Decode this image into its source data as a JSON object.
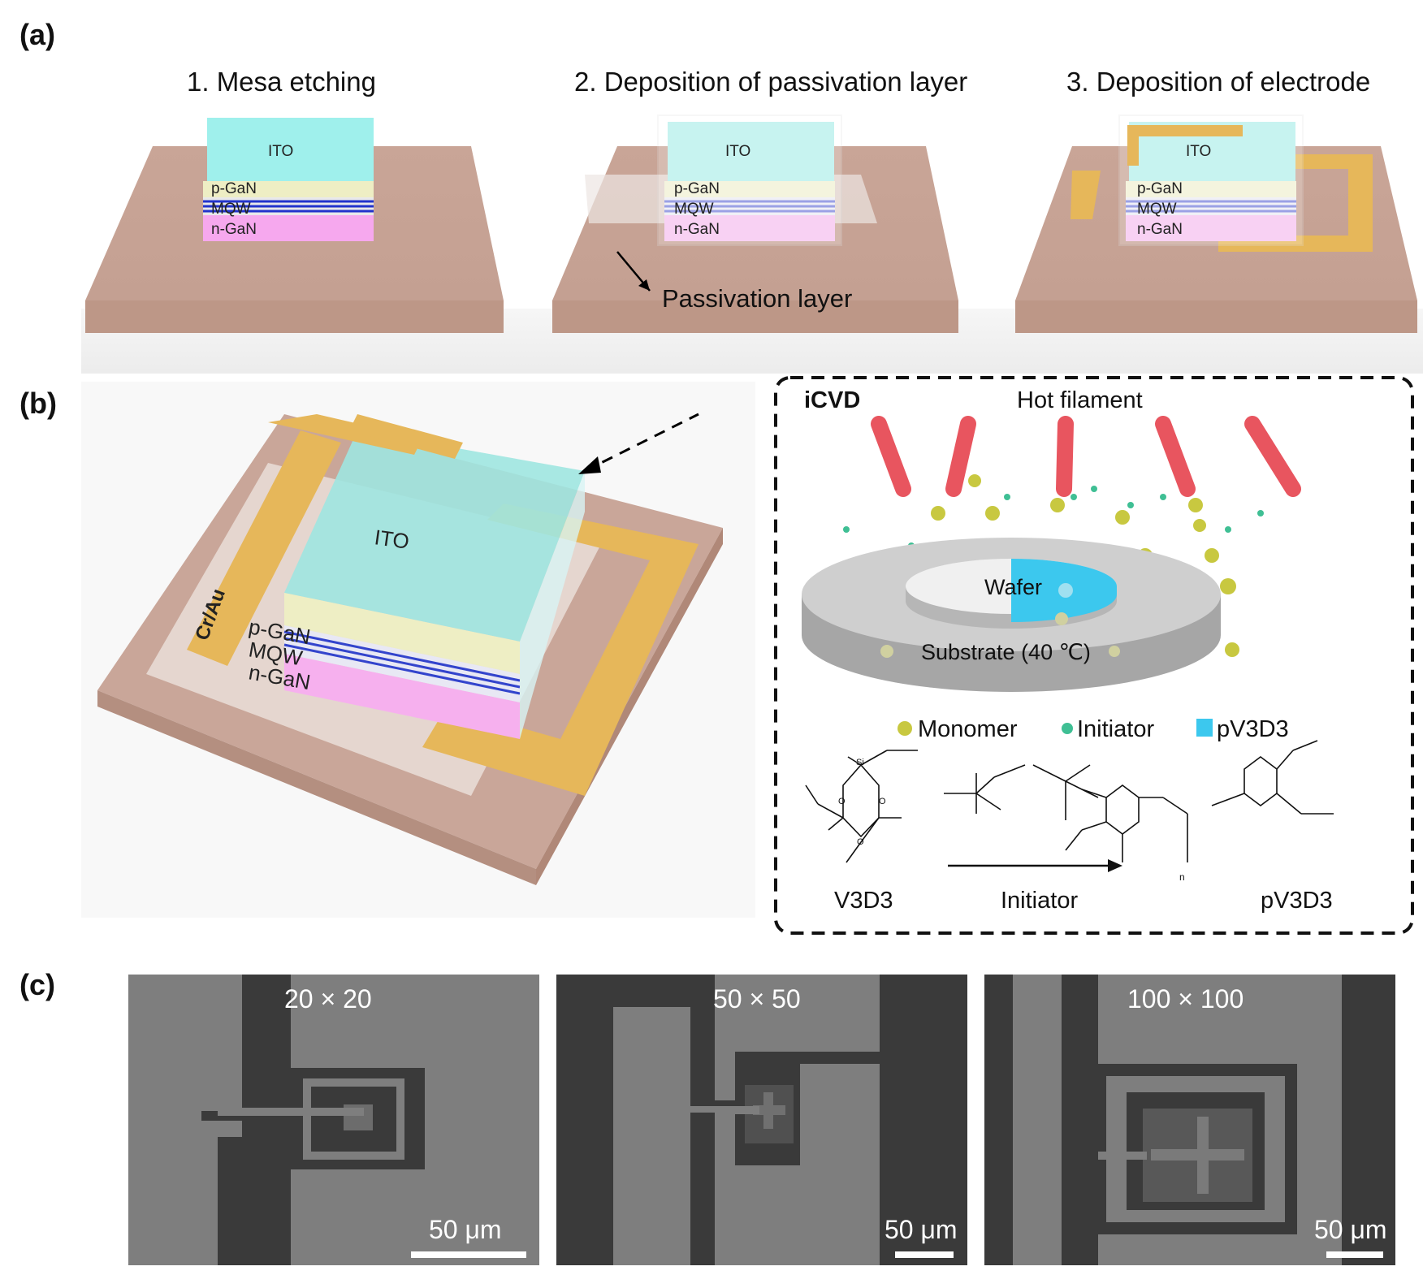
{
  "panels": {
    "a": "(a)",
    "b": "(b)",
    "c": "(c)"
  },
  "steps": [
    {
      "title": "1. Mesa etching"
    },
    {
      "title": "2. Deposition of passivation layer"
    },
    {
      "title": "3. Deposition of electrode"
    }
  ],
  "layers": {
    "ito": "ITO",
    "pgan": "p-GaN",
    "mqw": "MQW",
    "ngan": "n-GaN"
  },
  "passivation_label": "Passivation layer",
  "electrode_label": "Cr/Au",
  "icvd": {
    "title": "iCVD",
    "filament": "Hot filament",
    "wafer": "Wafer",
    "substrate": "Substrate (40 ℃)",
    "legend": {
      "monomer": "Monomer",
      "initiator": "Initiator",
      "polymer": "pV3D3"
    },
    "chem": {
      "v3d3": "V3D3",
      "initiator": "Initiator",
      "pv3d3": "pV3D3",
      "si": "Si",
      "o": "O",
      "n": "n"
    }
  },
  "sem": [
    {
      "title": "20 × 20",
      "scale": "50 μm"
    },
    {
      "title": "50 × 50",
      "scale": "50 μm"
    },
    {
      "title": "100 × 100",
      "scale": "50 μm"
    }
  ],
  "colors": {
    "substrate": "#c9a699",
    "ito": "#9ff0ec",
    "pgan": "#eeeec4",
    "mqw_line": "#2233cc",
    "ngan": "#f6a8ee",
    "electrode": "#e6b75a",
    "filament": "#e8555f",
    "monomer": "#c8c840",
    "initiator": "#3fbf94",
    "pv3d3": "#3cc8ee",
    "sem_dark": "#3a3a3a",
    "sem_light": "#7e7e7e"
  }
}
